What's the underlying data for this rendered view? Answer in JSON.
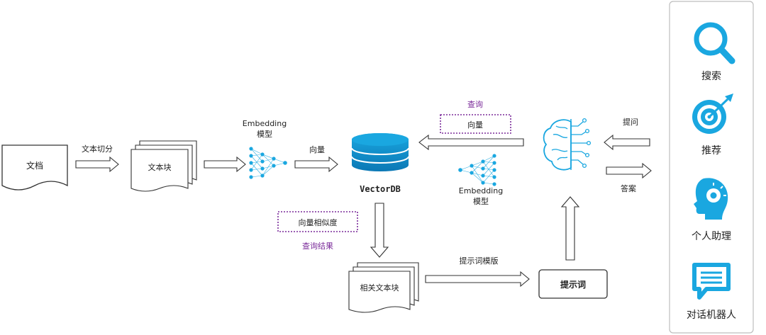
{
  "nodes": {
    "document": "文档",
    "text_chunks": "文本块",
    "embedding_model_top": [
      "Embedding",
      "模型"
    ],
    "vectordb": "VectorDB",
    "vector_query_box": "向量",
    "embedding_model_right": [
      "Embedding",
      "模型"
    ],
    "similarity_box": "向量相似度",
    "related_chunks": "相关文本块",
    "prompt_box": "提示词"
  },
  "edge_labels": {
    "split": "文本切分",
    "vector": "向量",
    "query": "查询",
    "query_result": "查询结果",
    "prompt_template": "提示词模版",
    "ask": "提问",
    "answer": "答案"
  },
  "sidebar": {
    "items": [
      {
        "label": "搜索",
        "icon": "search-icon"
      },
      {
        "label": "推荐",
        "icon": "target-icon"
      },
      {
        "label": "个人助理",
        "icon": "assistant-head-icon"
      },
      {
        "label": "对话机器人",
        "icon": "chat-icon"
      }
    ]
  },
  "colors": {
    "accent_blue": "#1aa7e0",
    "purple": "#7b2c9a",
    "outline": "#333333"
  }
}
